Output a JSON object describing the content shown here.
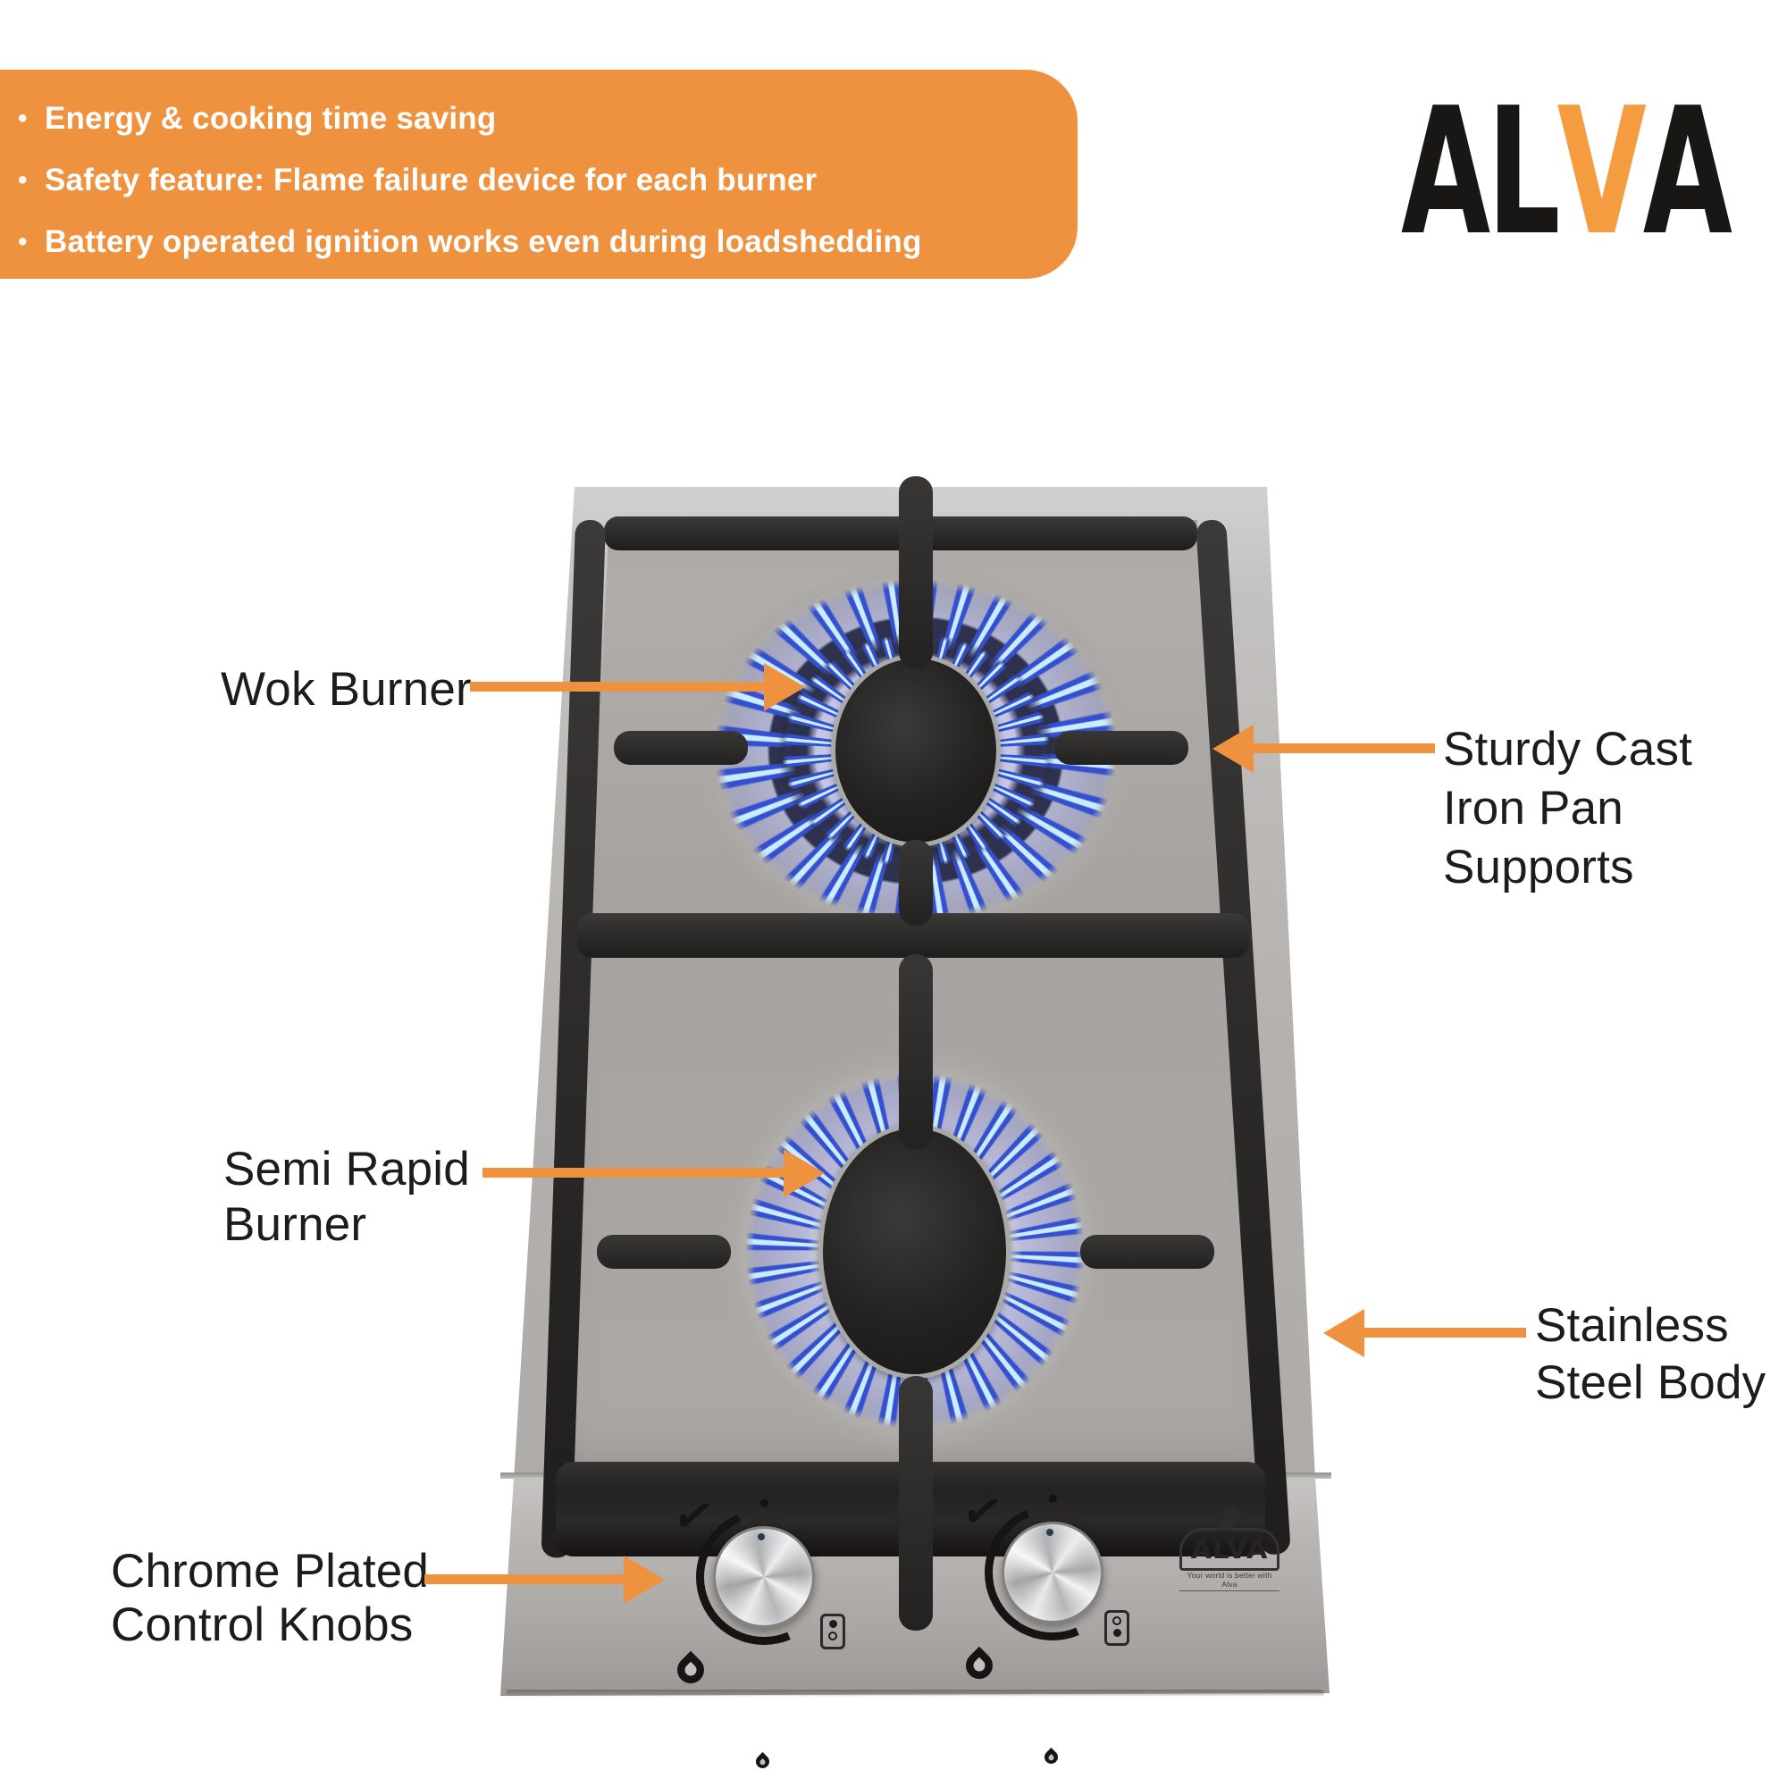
{
  "colors": {
    "accent_orange": "#EF9240",
    "logo_orange": "#F59B40",
    "label_text": "#1E1C1A",
    "banner_text": "#FFFFFF",
    "flame_blue": "#3550CF",
    "flame_core": "#C9ECFF",
    "grate_dark": "#2B2A28",
    "steel_light": "#CDCBC9",
    "steel_dark": "#A5A19E"
  },
  "banner": {
    "bullet_char": "•",
    "bullets": [
      "Energy & cooking time saving",
      "Safety feature: Flame failure device for each burner",
      "Battery operated ignition works even during loadshedding"
    ]
  },
  "brand_logo": {
    "part1": "AL",
    "accent_letter": "V",
    "part2": "A"
  },
  "callouts": {
    "wok": {
      "label": "Wok Burner"
    },
    "pan_supports": {
      "label": "Sturdy Cast\nIron Pan\nSupports"
    },
    "semi_rapid": {
      "label": "Semi Rapid\nBurner"
    },
    "stainless": {
      "label": "Stainless\nSteel Body"
    },
    "knobs": {
      "label": "Chrome Plated\nControl Knobs"
    }
  },
  "product_badge": {
    "brand": "ALVA",
    "tagline": "Your world is better with Alva"
  },
  "icons": {
    "check_mark": "✓"
  }
}
